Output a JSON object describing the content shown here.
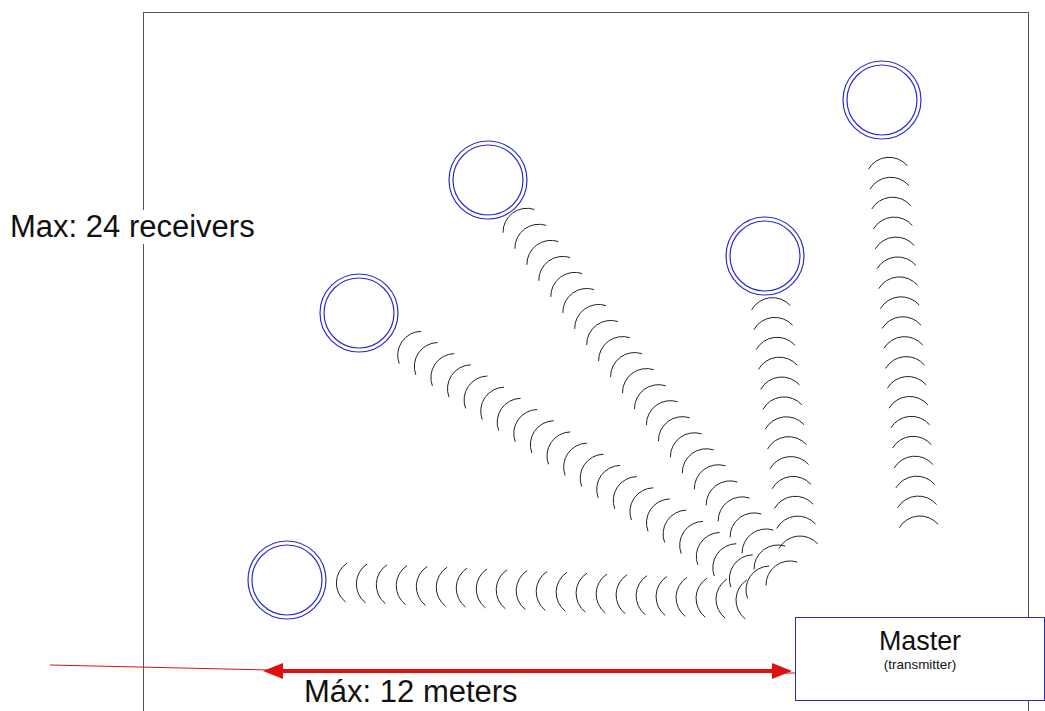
{
  "diagram": {
    "nodes": [
      {
        "text": [
          "Master",
          "(transmitter)"
        ]
      }
    ],
    "labels": [
      "Max: 24 receivers",
      "Máx: 12 meters"
    ]
  }
}
